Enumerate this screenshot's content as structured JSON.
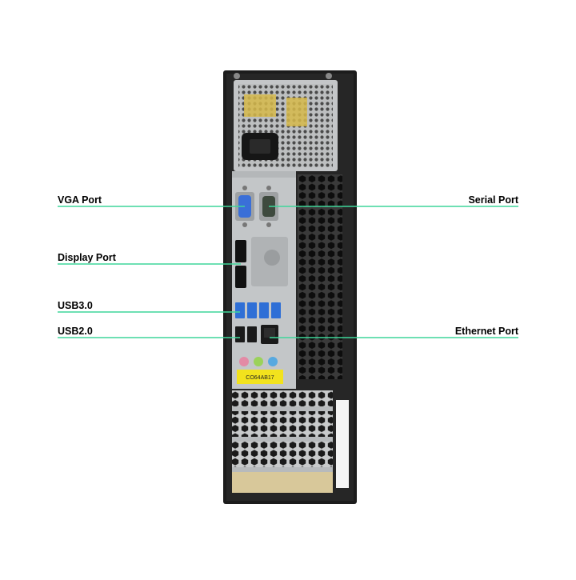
{
  "diagram": {
    "labels": {
      "vga": "VGA Port",
      "serial": "Serial Port",
      "display": "Display Port",
      "usb3": "USB3.0",
      "usb2": "USB2.0",
      "ethernet": "Ethernet Port"
    },
    "sticker_text": "CO64AB17",
    "colors": {
      "callout_line": "#3fd69a",
      "chassis": "#1c1c1c",
      "panel": "#c9ccce",
      "usb3_blue": "#2f6fd6",
      "sticker": "#f2e21d"
    }
  }
}
